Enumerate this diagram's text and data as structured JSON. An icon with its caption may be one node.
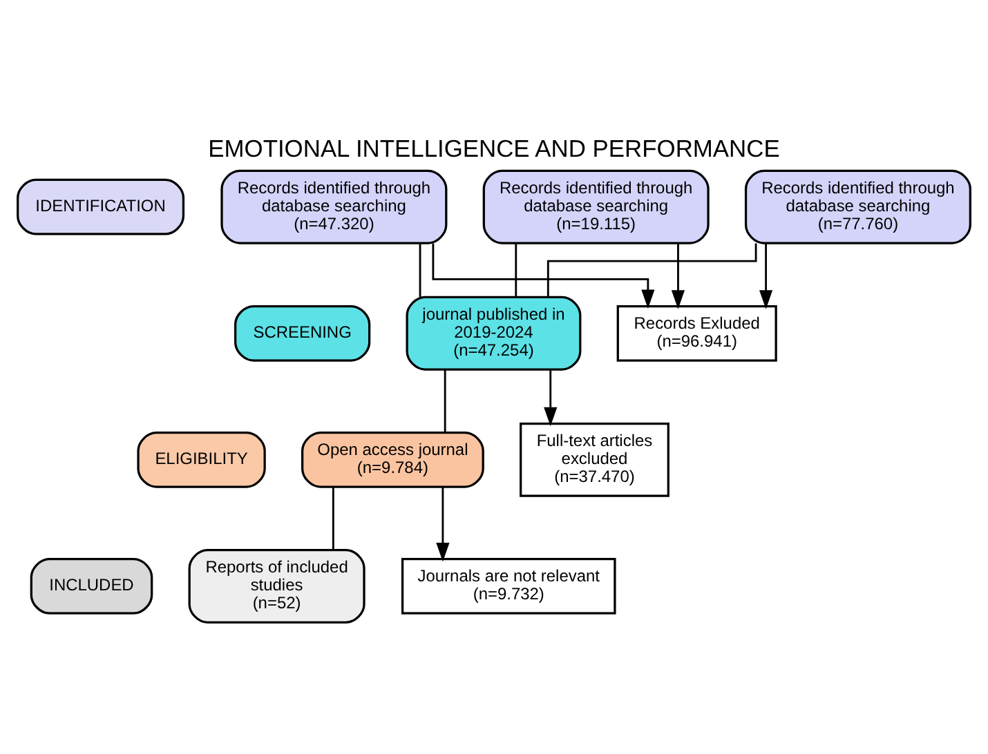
{
  "diagram": {
    "title": "EMOTIONAL INTELLIGENCE AND PERFORMANCE",
    "nodes": [
      {
        "text": [
          "IDENTIFICATION"
        ]
      },
      {
        "text": [
          "SCREENING"
        ]
      },
      {
        "text": [
          "ELIGIBILITY"
        ]
      },
      {
        "text": [
          "INCLUDED"
        ]
      },
      {
        "text": [
          "Records identified through database searching",
          "(n=47.320)"
        ]
      },
      {
        "text": [
          "Records identified through database searching",
          "(n=19.115)"
        ]
      },
      {
        "text": [
          "Records identified through database searching",
          "(n=77.760)"
        ]
      },
      {
        "text": [
          "journal published in 2019-2024",
          "(n=47.254)"
        ]
      },
      {
        "text": [
          "Records Exluded",
          "(n=96.941)"
        ]
      },
      {
        "text": [
          "Open access journal",
          "(n=9.784)"
        ]
      },
      {
        "text": [
          "Full-text articles excluded",
          "(n=37.470)"
        ]
      },
      {
        "text": [
          "Reports of included studies",
          "(n=52)"
        ]
      },
      {
        "text": [
          "Journals are not relevant",
          "(n=9.732)"
        ]
      }
    ],
    "edges": [
      {
        "from": 4,
        "to": 7,
        "arrow": "none"
      },
      {
        "from": 5,
        "to": 7,
        "arrow": "none"
      },
      {
        "from": 6,
        "to": 7,
        "arrow": "none"
      },
      {
        "from": 4,
        "to": 8,
        "arrow": "to"
      },
      {
        "from": 5,
        "to": 8,
        "arrow": "to"
      },
      {
        "from": 6,
        "to": 8,
        "arrow": "to"
      },
      {
        "from": 7,
        "to": 9,
        "arrow": "none"
      },
      {
        "from": 7,
        "to": 10,
        "arrow": "to"
      },
      {
        "from": 9,
        "to": 11,
        "arrow": "none"
      },
      {
        "from": 9,
        "to": 12,
        "arrow": "to"
      }
    ]
  }
}
